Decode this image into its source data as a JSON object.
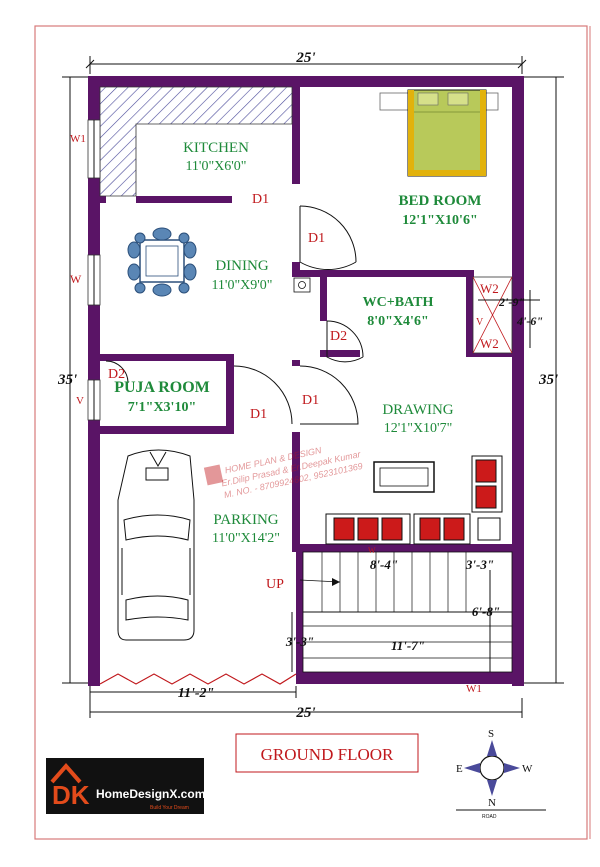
{
  "plan": {
    "title": "GROUND FLOOR",
    "overall_width": "25'",
    "overall_depth": "35'",
    "rooms": {
      "kitchen": {
        "name": "KITCHEN",
        "size": "11'0\"X6'0\""
      },
      "dining": {
        "name": "DINING",
        "size": "11'0\"X9'0\""
      },
      "bedroom": {
        "name": "BED ROOM",
        "size": "12'1\"X10'6\""
      },
      "wc_bath": {
        "name": "WC+BATH",
        "size": "8'0\"X4'6\""
      },
      "puja": {
        "name": "PUJA ROOM",
        "size": "7'1\"X3'10\""
      },
      "drawing": {
        "name": "DRAWING",
        "size": "12'1\"X10'7\""
      },
      "parking": {
        "name": "PARKING",
        "size": "11'0\"X14'2\""
      }
    },
    "doors": {
      "d1": "D1",
      "d2": "D2"
    },
    "windows": {
      "w": "W",
      "w1": "W1",
      "w2": "W2",
      "v": "V"
    },
    "dims": {
      "d_2_9": "2'-9\"",
      "d_4_6": "4'-6\"",
      "d_8_4": "8'-4\"",
      "d_3_3": "3'-3\"",
      "d_6_8": "6'-8\"",
      "d_11_7": "11'-7\"",
      "d_11_2": "11'-2\""
    },
    "stair_label": "UP"
  },
  "watermark": {
    "line1": "HOME PLAN & DESIGN",
    "line2": "Er.Dilip Prasad & Er.Deepak Kumar",
    "line3": "M. NO. - 8709924602, 9523101369"
  },
  "logo": {
    "letters": "DK",
    "brand": "HomeDesignX.com",
    "tagline": "Build Your Dream"
  },
  "compass": {
    "n": "N",
    "s": "S",
    "e": "E",
    "w": "W",
    "caption": "ROAD"
  }
}
